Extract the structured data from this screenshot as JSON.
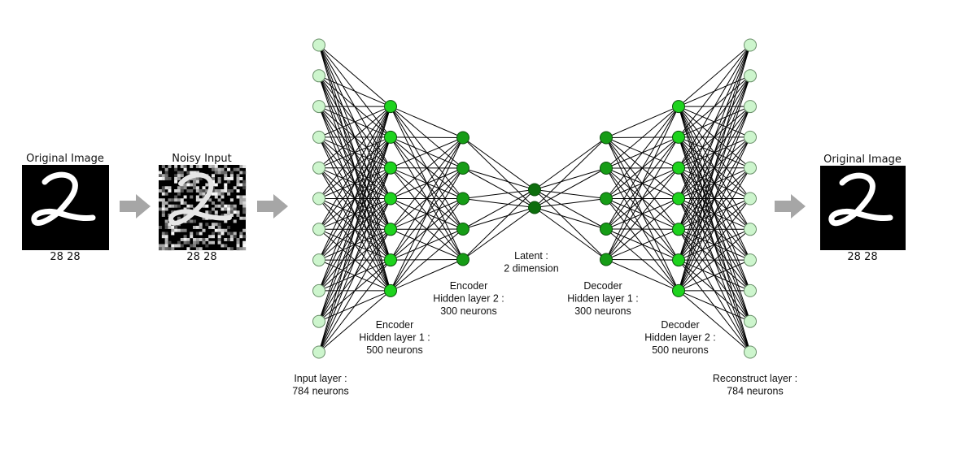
{
  "images": [
    {
      "title": "Original Image",
      "dims": "28 28",
      "noisy": false
    },
    {
      "title": "Noisy Input",
      "dims": "28 28",
      "noisy": true
    },
    {
      "title": "Original Image",
      "dims": "28 28",
      "noisy": false
    }
  ],
  "layers": [
    {
      "label_lines": [
        "Input layer :",
        "784 neurons"
      ],
      "nodes": 11,
      "color": "#cdf5cd"
    },
    {
      "label_lines": [
        "Encoder",
        "Hidden layer 1 :",
        "500 neurons"
      ],
      "nodes": 7,
      "color": "#1ed31e"
    },
    {
      "label_lines": [
        "Encoder",
        "Hidden layer 2 :",
        "300 neurons"
      ],
      "nodes": 5,
      "color": "#169c16"
    },
    {
      "label_lines": [
        "Latent :",
        "2 dimension"
      ],
      "nodes": 2,
      "color": "#0d6e0d"
    },
    {
      "label_lines": [
        "Decoder",
        "Hidden layer 1 :",
        "300 neurons"
      ],
      "nodes": 5,
      "color": "#169c16"
    },
    {
      "label_lines": [
        "Decoder",
        "Hidden layer 2 :",
        "500 neurons"
      ],
      "nodes": 7,
      "color": "#1ed31e"
    },
    {
      "label_lines": [
        "Reconstruct layer :",
        "784 neurons"
      ],
      "nodes": 11,
      "color": "#cdf5cd"
    }
  ],
  "colors": {
    "arrow": "#a6a6a6",
    "edge": "#000000",
    "image_bg": "#000000",
    "stroke": "#9a9a9a"
  }
}
